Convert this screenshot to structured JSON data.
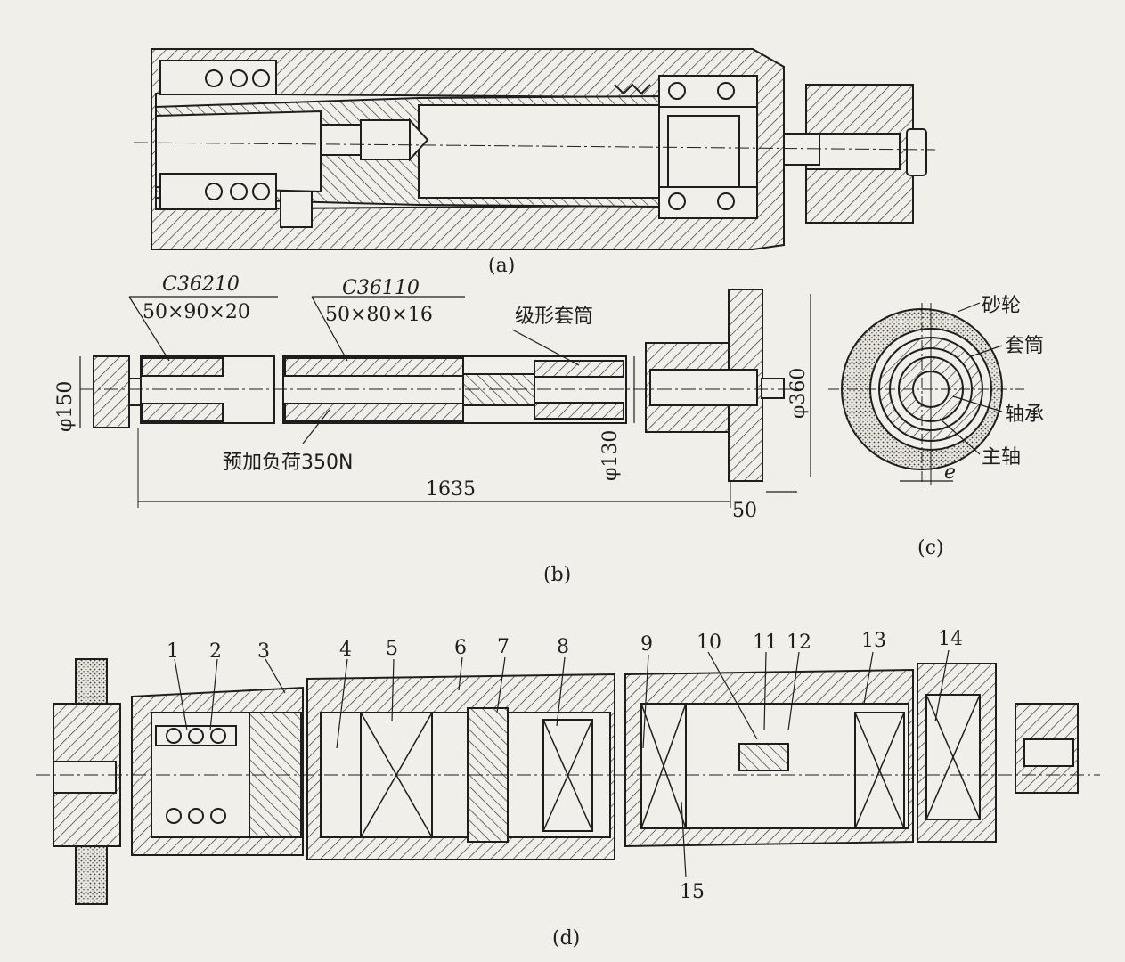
{
  "figure_a": {
    "caption": "(a)"
  },
  "figure_b": {
    "caption": "(b)",
    "bearing_left_code": "C36210",
    "bearing_left_size": "50×90×20",
    "bearing_right_code": "C36110",
    "bearing_right_size": "50×80×16",
    "stepped_sleeve": "级形套筒",
    "preload": "预加负荷350N",
    "dim_phi150": "φ150",
    "dim_phi130": "φ130",
    "dim_phi360": "φ360",
    "dim_1635": "1635",
    "dim_50": "50"
  },
  "figure_c": {
    "caption": "(c)",
    "wheel": "砂轮",
    "sleeve": "套筒",
    "bearing": "轴承",
    "spindle": "主轴",
    "ecc": "e"
  },
  "figure_d": {
    "caption": "(d)",
    "part_numbers": [
      "1",
      "2",
      "3",
      "4",
      "5",
      "6",
      "7",
      "8",
      "9",
      "10",
      "11",
      "12",
      "13",
      "14",
      "15"
    ]
  }
}
